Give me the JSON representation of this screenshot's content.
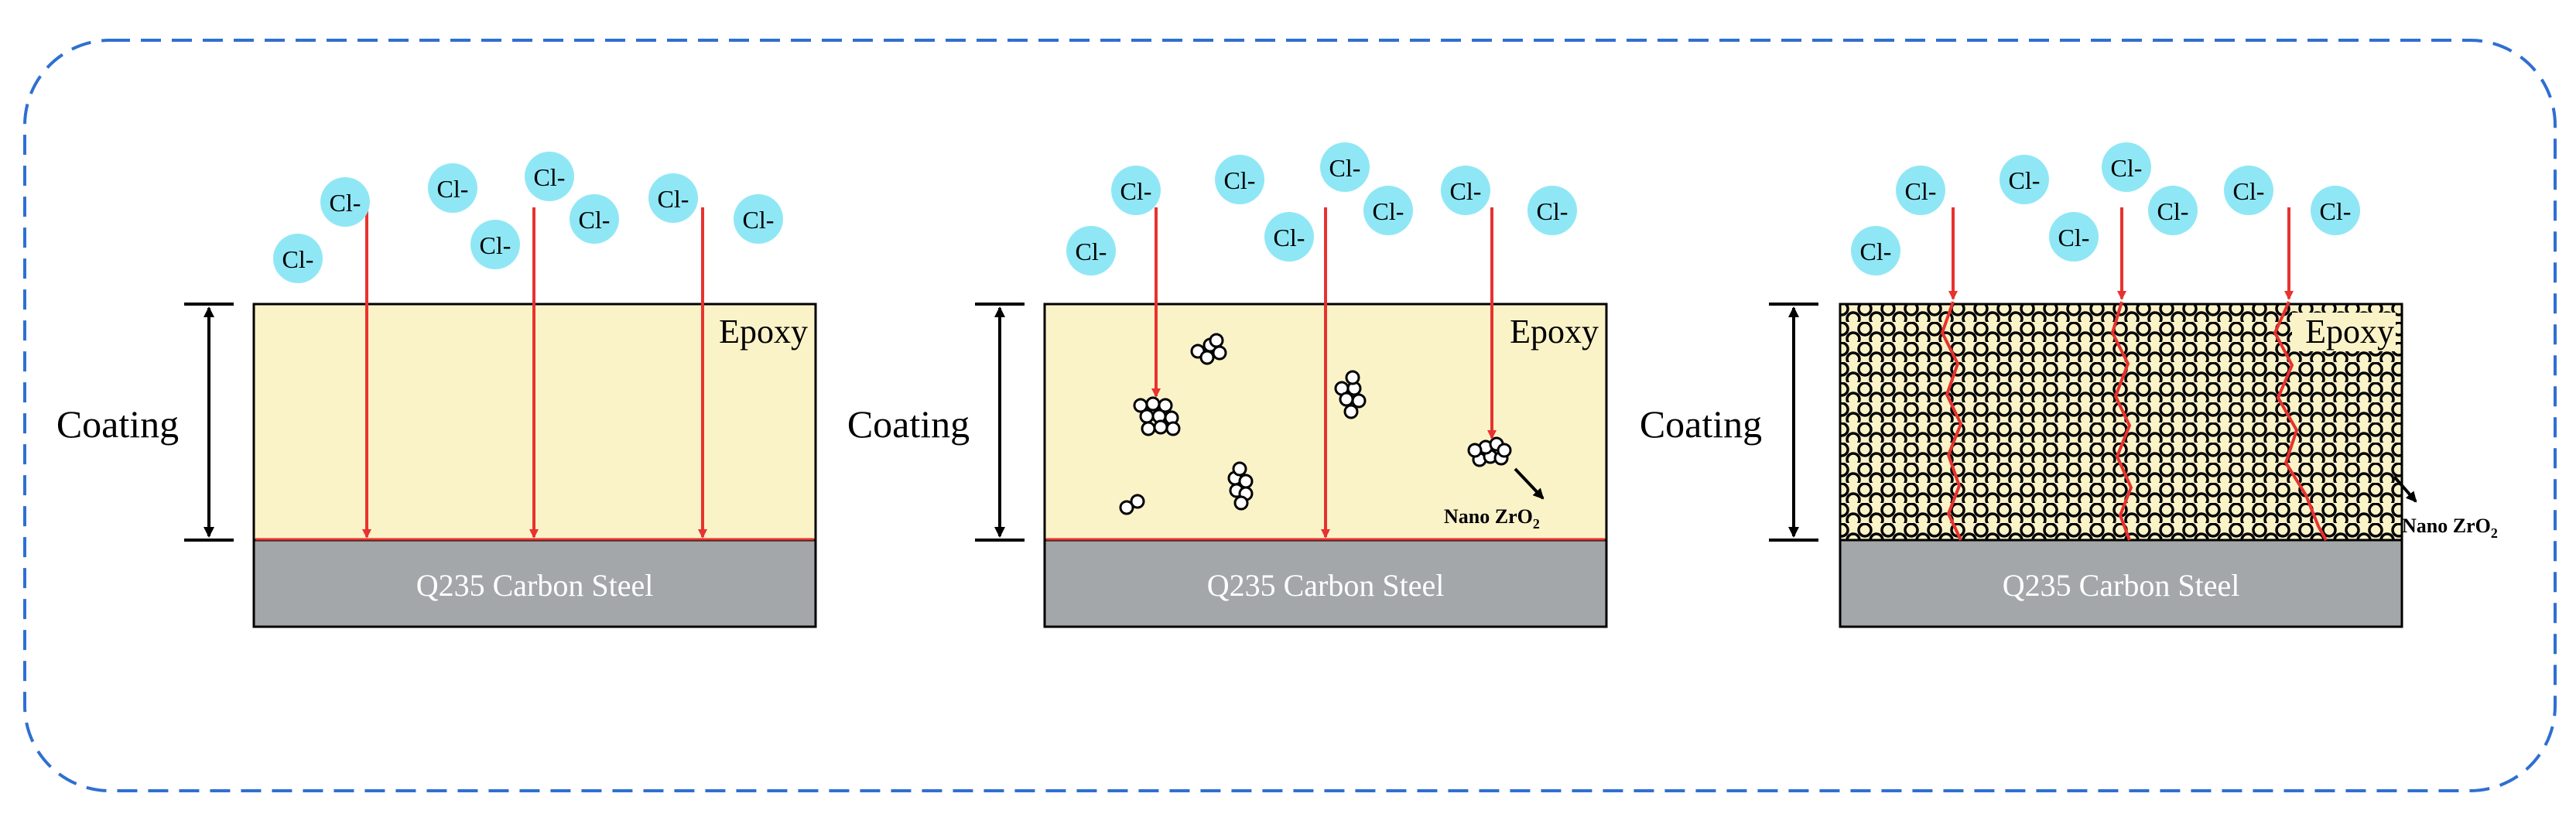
{
  "colors": {
    "frame": "#2f6fd1",
    "coating_fill": "#fbf3c8",
    "steel_fill": "#a3a7a9",
    "steel_text": "#ffffff",
    "ion_fill": "#8fe7f5",
    "arrow": "#e8322f",
    "outline": "#000000"
  },
  "panels": [
    {
      "coating_label": "Coating",
      "epoxy_label": "Epoxy",
      "steel_label": "Q235 Carbon Steel",
      "ions": [
        "Cl-",
        "Cl-",
        "Cl-",
        "Cl-",
        "Cl-",
        "Cl-",
        "Cl-",
        "Cl-"
      ]
    },
    {
      "coating_label": "Coating",
      "epoxy_label": "Epoxy",
      "steel_label": "Q235 Carbon Steel",
      "nano_label": "Nano ZrO",
      "nano_subscript": "2",
      "ions": [
        "Cl-",
        "Cl-",
        "Cl-",
        "Cl-",
        "Cl-",
        "Cl-",
        "Cl-",
        "Cl-"
      ]
    },
    {
      "coating_label": "Coating",
      "epoxy_label": "Epoxy",
      "steel_label": "Q235 Carbon Steel",
      "nano_label": "Nano ZrO",
      "nano_subscript": "2",
      "ions": [
        "Cl-",
        "Cl-",
        "Cl-",
        "Cl-",
        "Cl-",
        "Cl-",
        "Cl-",
        "Cl-"
      ]
    }
  ]
}
